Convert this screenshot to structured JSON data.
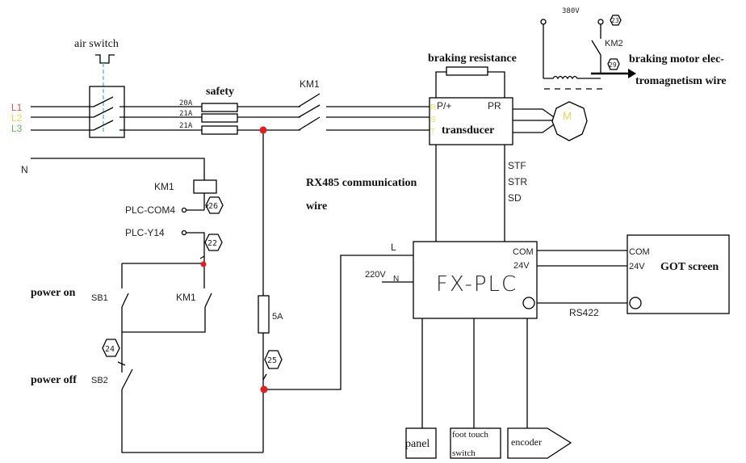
{
  "diagram": {
    "phases": [
      {
        "label": "L1",
        "color": "#d9534f"
      },
      {
        "label": "L2",
        "color": "#f0d24a"
      },
      {
        "label": "L3",
        "color": "#5cb85c"
      }
    ],
    "air_switch": "air switch",
    "safety": "safety",
    "fuse_ratings": [
      "20A",
      "21A",
      "21A"
    ],
    "km1_main": "KM1",
    "braking_resistance": "braking resistance",
    "transducer": {
      "label": "transducer",
      "terminals_left": [
        "R",
        "S",
        "T"
      ],
      "p_plus": "P/+",
      "pr": "PR",
      "terminal_color": "#f0e060"
    },
    "motor": {
      "label": "M",
      "color": "#f5f0a0"
    },
    "brake": {
      "voltage": "380V",
      "contactor": "KM2",
      "node_23": "23",
      "node_29": "29",
      "label_line1": "braking motor elec-",
      "label_line2": "tromagnetism wire"
    },
    "neutral": "N",
    "km1_coil": "KM1",
    "plc_com4": "PLC-COM4",
    "plc_y14": "PLC-Y14",
    "node_26": "26",
    "node_22": "22",
    "node_24": "24",
    "node_25": "25",
    "power_on": "power on",
    "power_off": "power off",
    "sb1": "SB1",
    "sb2": "SB2",
    "km1_contact": "KM1",
    "fuse_5a": "5A",
    "rx485": {
      "line1": "RX485 communication",
      "line2": "wire"
    },
    "signals": [
      "STF",
      "STR",
      "SD"
    ],
    "plc": {
      "label": "FX-PLC",
      "l": "L",
      "n": "N",
      "v220": "220V",
      "com": "COM",
      "v24": "24V"
    },
    "got": {
      "label": "GOT screen",
      "com": "COM",
      "v24": "24V"
    },
    "rs422": "RS422",
    "panel": "panel",
    "foot_switch": {
      "line1": "foot touch",
      "line2": "switch"
    },
    "encoder": "encoder",
    "junction_color": "#e02020"
  }
}
